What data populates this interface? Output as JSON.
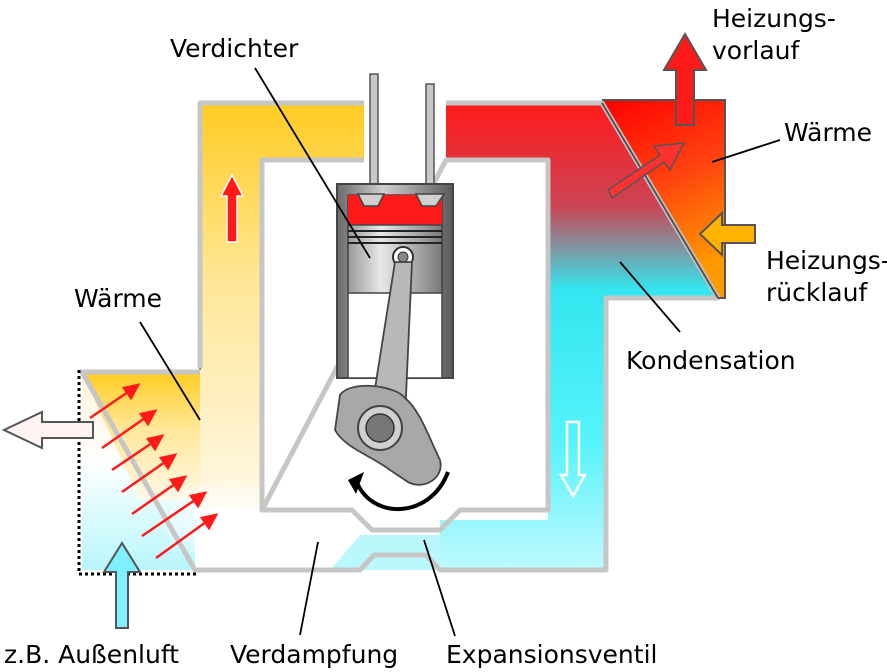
{
  "labels": {
    "compressor": "Verdichter",
    "heating_supply_line1": "Heizungs-",
    "heating_supply_line2": "vorlauf",
    "heat_right": "Wärme",
    "heating_return_line1": "Heizungs-",
    "heating_return_line2": "rücklauf",
    "condensation": "Kondensation",
    "heat_left": "Wärme",
    "outside_air": "z.B. Außenluft",
    "evaporation": "Verdampfung",
    "expansion_valve": "Expansionsventil"
  },
  "colors": {
    "hot": "#ff0000",
    "warm": "#ffcc22",
    "cold": "#22ffff",
    "pipe_wall": "#b0b0b0",
    "heat_arrow": "#ff2020",
    "return_arrow": "#ffb300",
    "outside_air_arrow": "#7ff0ff"
  }
}
